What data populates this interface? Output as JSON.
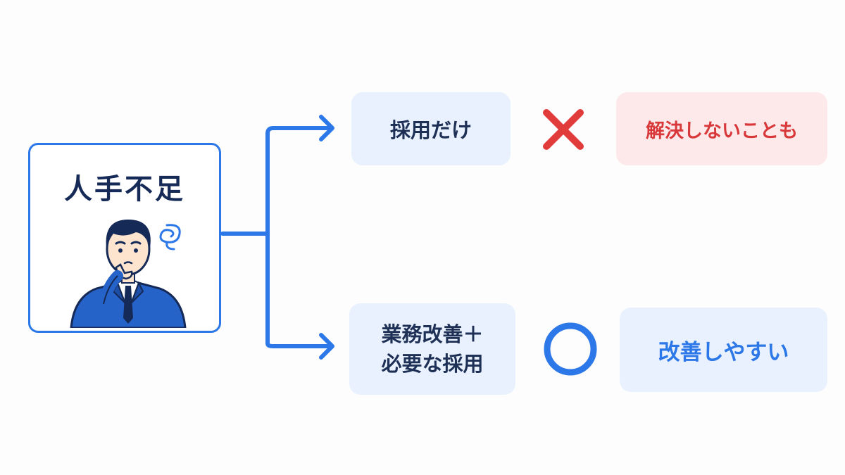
{
  "source": {
    "title": "人手不足",
    "illustration_icon": "thinking-businessman-icon"
  },
  "branches": [
    {
      "option": "採用だけ",
      "verdict_icon": "cross-icon",
      "verdict_color": "#e23b3b",
      "result": "解決しないことも",
      "result_color": "#d9383a"
    },
    {
      "option": "業務改善＋\n必要な採用",
      "verdict_icon": "circle-icon",
      "verdict_color": "#2d78e8",
      "result": "改善しやすい",
      "result_color": "#2d78e8"
    }
  ],
  "colors": {
    "accent": "#2d78e8",
    "navy": "#152a57",
    "pill_blue": "#e8f1fd",
    "pill_red": "#fde9e9"
  }
}
